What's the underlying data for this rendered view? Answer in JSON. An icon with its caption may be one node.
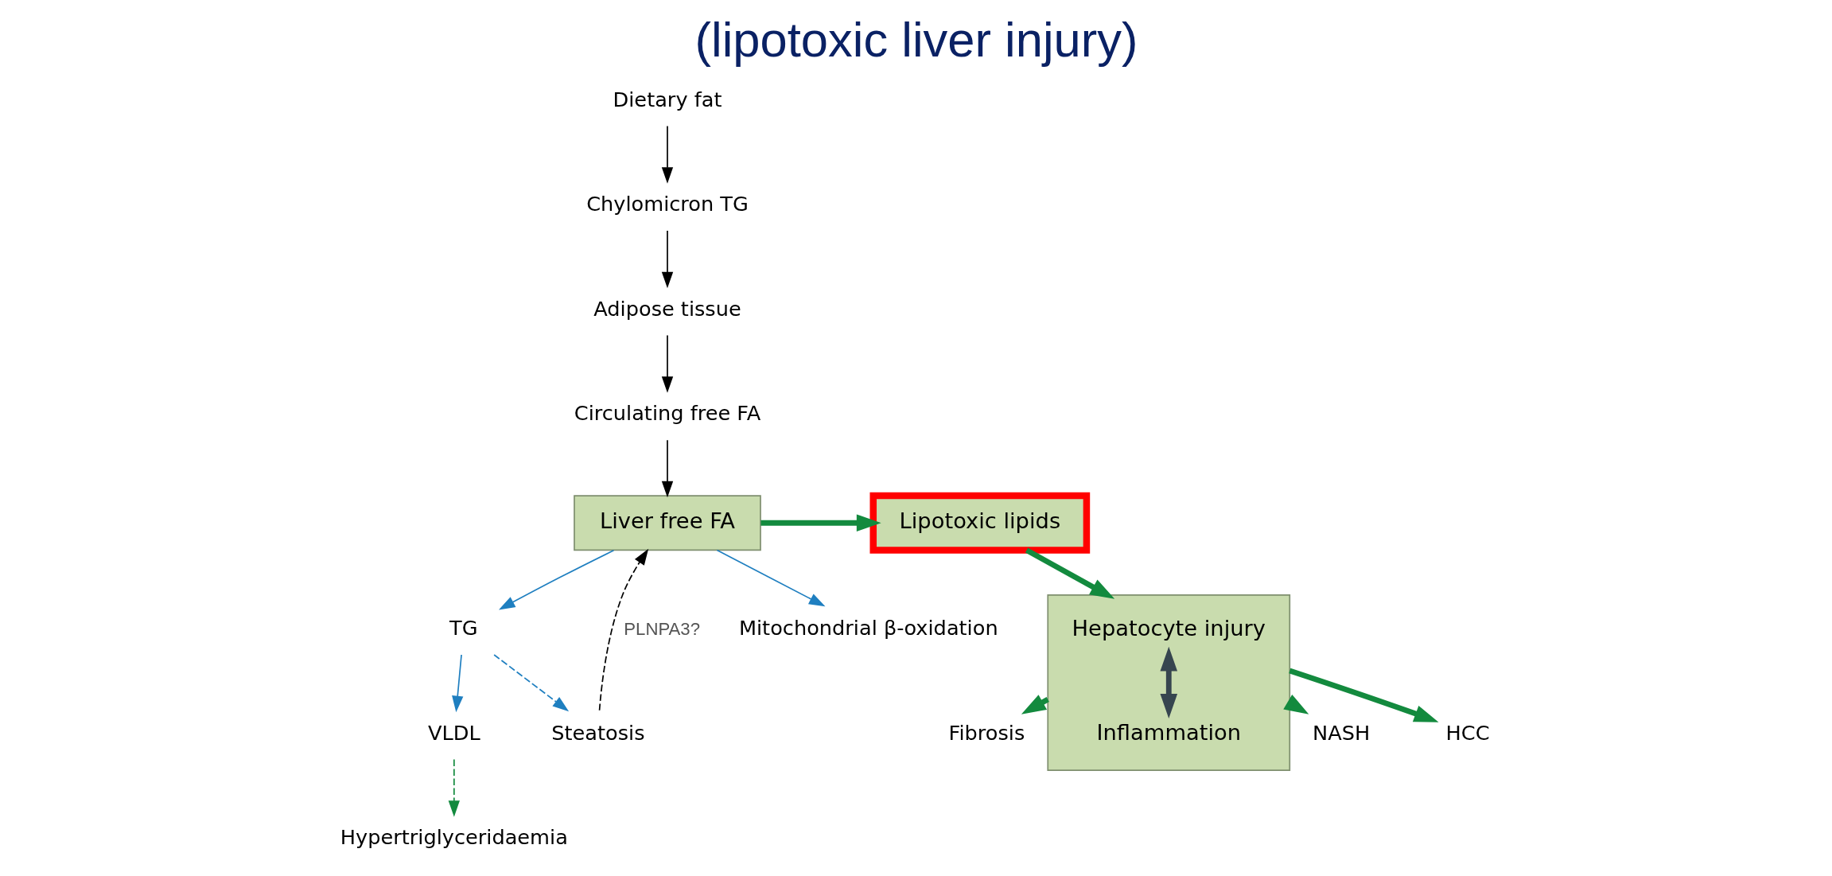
{
  "diagram": {
    "title": "(lipotoxic liver injury)",
    "nodes": [
      {
        "text": [
          "Dietary fat"
        ]
      },
      {
        "text": [
          "Chylomicron TG"
        ]
      },
      {
        "text": [
          "Adipose tissue"
        ]
      },
      {
        "text": [
          "Circulating free FA"
        ]
      },
      {
        "text": [
          "Liver free FA"
        ]
      },
      {
        "text": [
          "Lipotoxic lipids"
        ]
      },
      {
        "text": [],
        "shape": "box"
      },
      {
        "text": [
          "Hepatocyte injury"
        ],
        "in": 6
      },
      {
        "text": [
          "Inflammation"
        ],
        "in": 6
      },
      {
        "text": [
          "NASH"
        ]
      },
      {
        "text": [
          "HCC"
        ]
      },
      {
        "text": [
          "Fibrosis"
        ]
      },
      {
        "text": [
          "Mitochondrial β-oxidation"
        ]
      },
      {
        "text": [
          "Steatosis"
        ]
      },
      {
        "text": [
          "TG"
        ]
      },
      {
        "text": [
          "VLDL"
        ]
      },
      {
        "text": [
          "Hypertriglyceridaemia"
        ]
      }
    ],
    "edges": [
      {
        "from": 0,
        "to": 1,
        "arrow": "to",
        "color": "#000000"
      },
      {
        "from": 1,
        "to": 2,
        "arrow": "to",
        "color": "#000000"
      },
      {
        "from": 2,
        "to": 3,
        "arrow": "to",
        "color": "#000000"
      },
      {
        "from": 3,
        "to": 4,
        "arrow": "to",
        "color": "#000000"
      },
      {
        "from": 4,
        "to": 5,
        "arrow": "to",
        "style": "thick",
        "color": "#138a3e"
      },
      {
        "from": 5,
        "to": 6,
        "arrow": "to",
        "style": "thick",
        "color": "#138a3e"
      },
      {
        "from": 7,
        "to": 8,
        "arrow": "both",
        "style": "thick",
        "color": "#36454f"
      },
      {
        "from": 6,
        "to": 9,
        "arrow": "to",
        "style": "thick",
        "color": "#138a3e"
      },
      {
        "from": 6,
        "to": 10,
        "arrow": "to",
        "style": "thick",
        "color": "#138a3e"
      },
      {
        "from": 6,
        "to": 11,
        "arrow": "to",
        "style": "thick",
        "color": "#138a3e"
      },
      {
        "from": 4,
        "to": 12,
        "arrow": "to",
        "color": "#1f7fc0"
      },
      {
        "from": 4,
        "to": 14,
        "arrow": "to",
        "color": "#1f7fc0"
      },
      {
        "from": 14,
        "to": 13,
        "arrow": "to",
        "style": "dashed",
        "color": "#1f7fc0"
      },
      {
        "from": 14,
        "to": 15,
        "arrow": "to",
        "color": "#1f7fc0"
      },
      {
        "from": 15,
        "to": 16,
        "arrow": "to",
        "style": "dashed",
        "color": "#138a3e"
      },
      {
        "from": 13,
        "to": 4,
        "arrow": "to",
        "style": "dashed",
        "color": "#000000",
        "label": "PLNPA3?"
      }
    ]
  }
}
